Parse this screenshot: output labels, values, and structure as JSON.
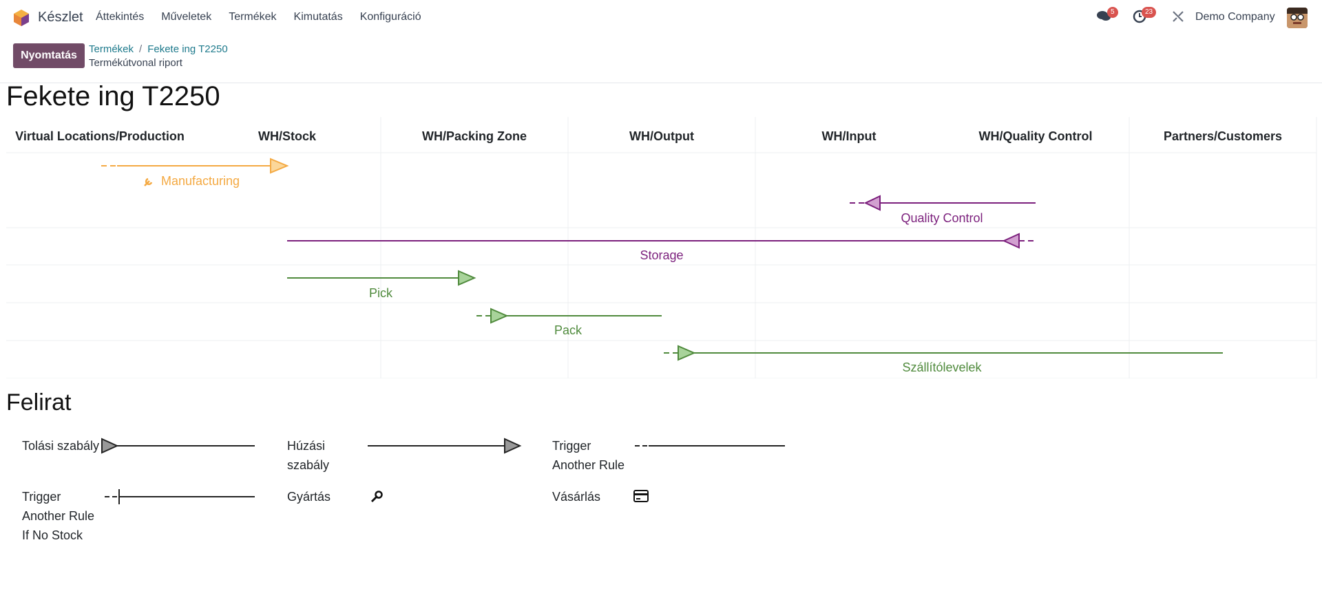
{
  "app": {
    "name": "Készlet"
  },
  "menu": [
    "Áttekintés",
    "Műveletek",
    "Termékek",
    "Kimutatás",
    "Konfiguráció"
  ],
  "systray": {
    "messages_count": "5",
    "activities_count": "23",
    "company": "Demo Company"
  },
  "toolbar": {
    "print_label": "Nyomtatás"
  },
  "breadcrumb": {
    "parent": "Termékek",
    "separator": "/",
    "current": "Fekete ing T2250",
    "subtitle": "Termékútvonal riport"
  },
  "report": {
    "title": "Fekete ing T2250",
    "columns": [
      "Virtual Locations/Production",
      "WH/Stock",
      "WH/Packing Zone",
      "WH/Output",
      "WH/Input",
      "WH/Quality Control",
      "Partners/Customers"
    ],
    "routes": [
      {
        "label": "Manufacturing",
        "from": "Virtual Locations/Production",
        "to": "WH/Stock",
        "color": "#f4a942",
        "icon": "wrench-icon"
      },
      {
        "label": "Quality Control",
        "from": "WH/Quality Control",
        "to": "WH/Input",
        "color": "#7b1f7c"
      },
      {
        "label": "Storage",
        "from": "WH/Quality Control",
        "to": "WH/Stock",
        "color": "#7b1f7c"
      },
      {
        "label": "Pick",
        "from": "WH/Stock",
        "to": "WH/Packing Zone",
        "color": "#4f8a3c"
      },
      {
        "label": "Pack",
        "from": "WH/Packing Zone",
        "to": "WH/Output",
        "color": "#4f8a3c"
      },
      {
        "label": "Szállítólevelek",
        "from": "WH/Output",
        "to": "Partners/Customers",
        "color": "#4f8a3c"
      }
    ]
  },
  "legend": {
    "title": "Felirat",
    "items": [
      {
        "label": "Tolási szabály"
      },
      {
        "label": "Húzási szabály"
      },
      {
        "label": "Trigger Another Rule"
      },
      {
        "label": "Trigger Another Rule If No Stock"
      },
      {
        "label": "Gyártás",
        "icon": "wrench-icon"
      },
      {
        "label": "Vásárlás",
        "icon": "credit-card-icon"
      }
    ]
  }
}
